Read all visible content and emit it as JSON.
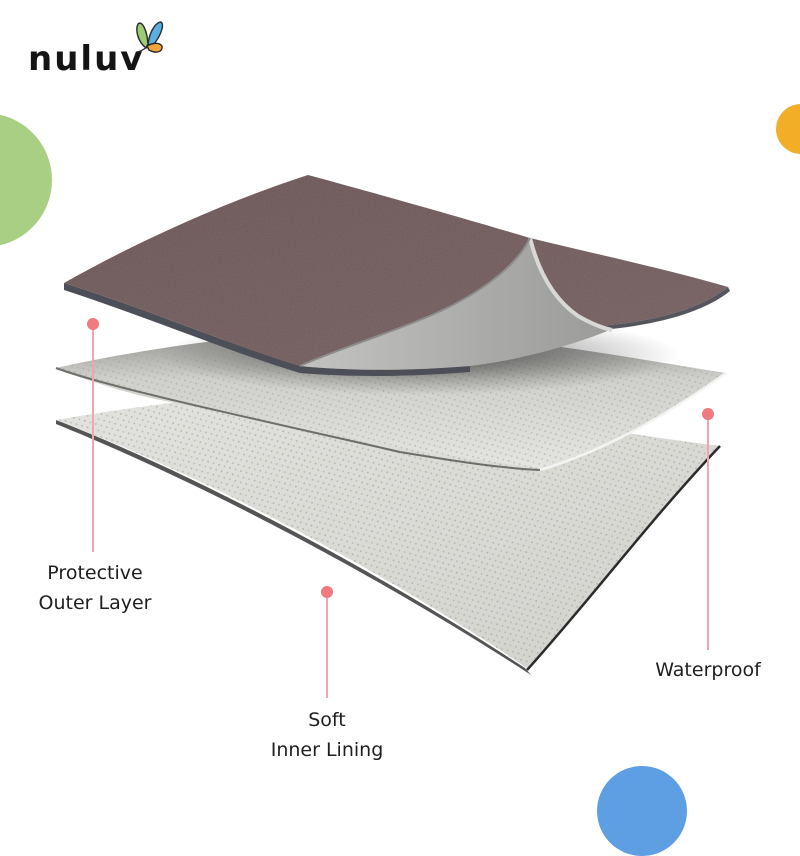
{
  "brand": {
    "name": "nuluv",
    "logo_icon": "butterfly-icon",
    "logo_colors": {
      "left_wing": "#9ccd72",
      "right_wing": "#5aaee0",
      "lower_wing": "#f4a536",
      "outline": "#2a2a2a"
    }
  },
  "decor": {
    "circles": [
      {
        "name": "green-circle",
        "color": "#a8cf84"
      },
      {
        "name": "orange-circle",
        "color": "#f1ae26"
      },
      {
        "name": "blue-circle",
        "color": "#5e9ee3"
      }
    ]
  },
  "layers": {
    "outer": {
      "color": "#6e5758",
      "underside": "#a9a9a9",
      "edge": "#4d4f58"
    },
    "middle": {
      "color": "#d9d9d5",
      "edge": "#8a8a86"
    },
    "inner": {
      "color": "#dcdcd8",
      "edge": "#3a3a3a"
    }
  },
  "callouts": {
    "accent": "#f07a80",
    "line_color": "#f0a6aa",
    "items": [
      {
        "id": "outer",
        "lines": [
          "Protective",
          "Outer Layer"
        ]
      },
      {
        "id": "inner",
        "lines": [
          "Soft",
          "Inner Lining"
        ]
      },
      {
        "id": "waterproof",
        "lines": [
          "Waterproof"
        ]
      }
    ]
  }
}
